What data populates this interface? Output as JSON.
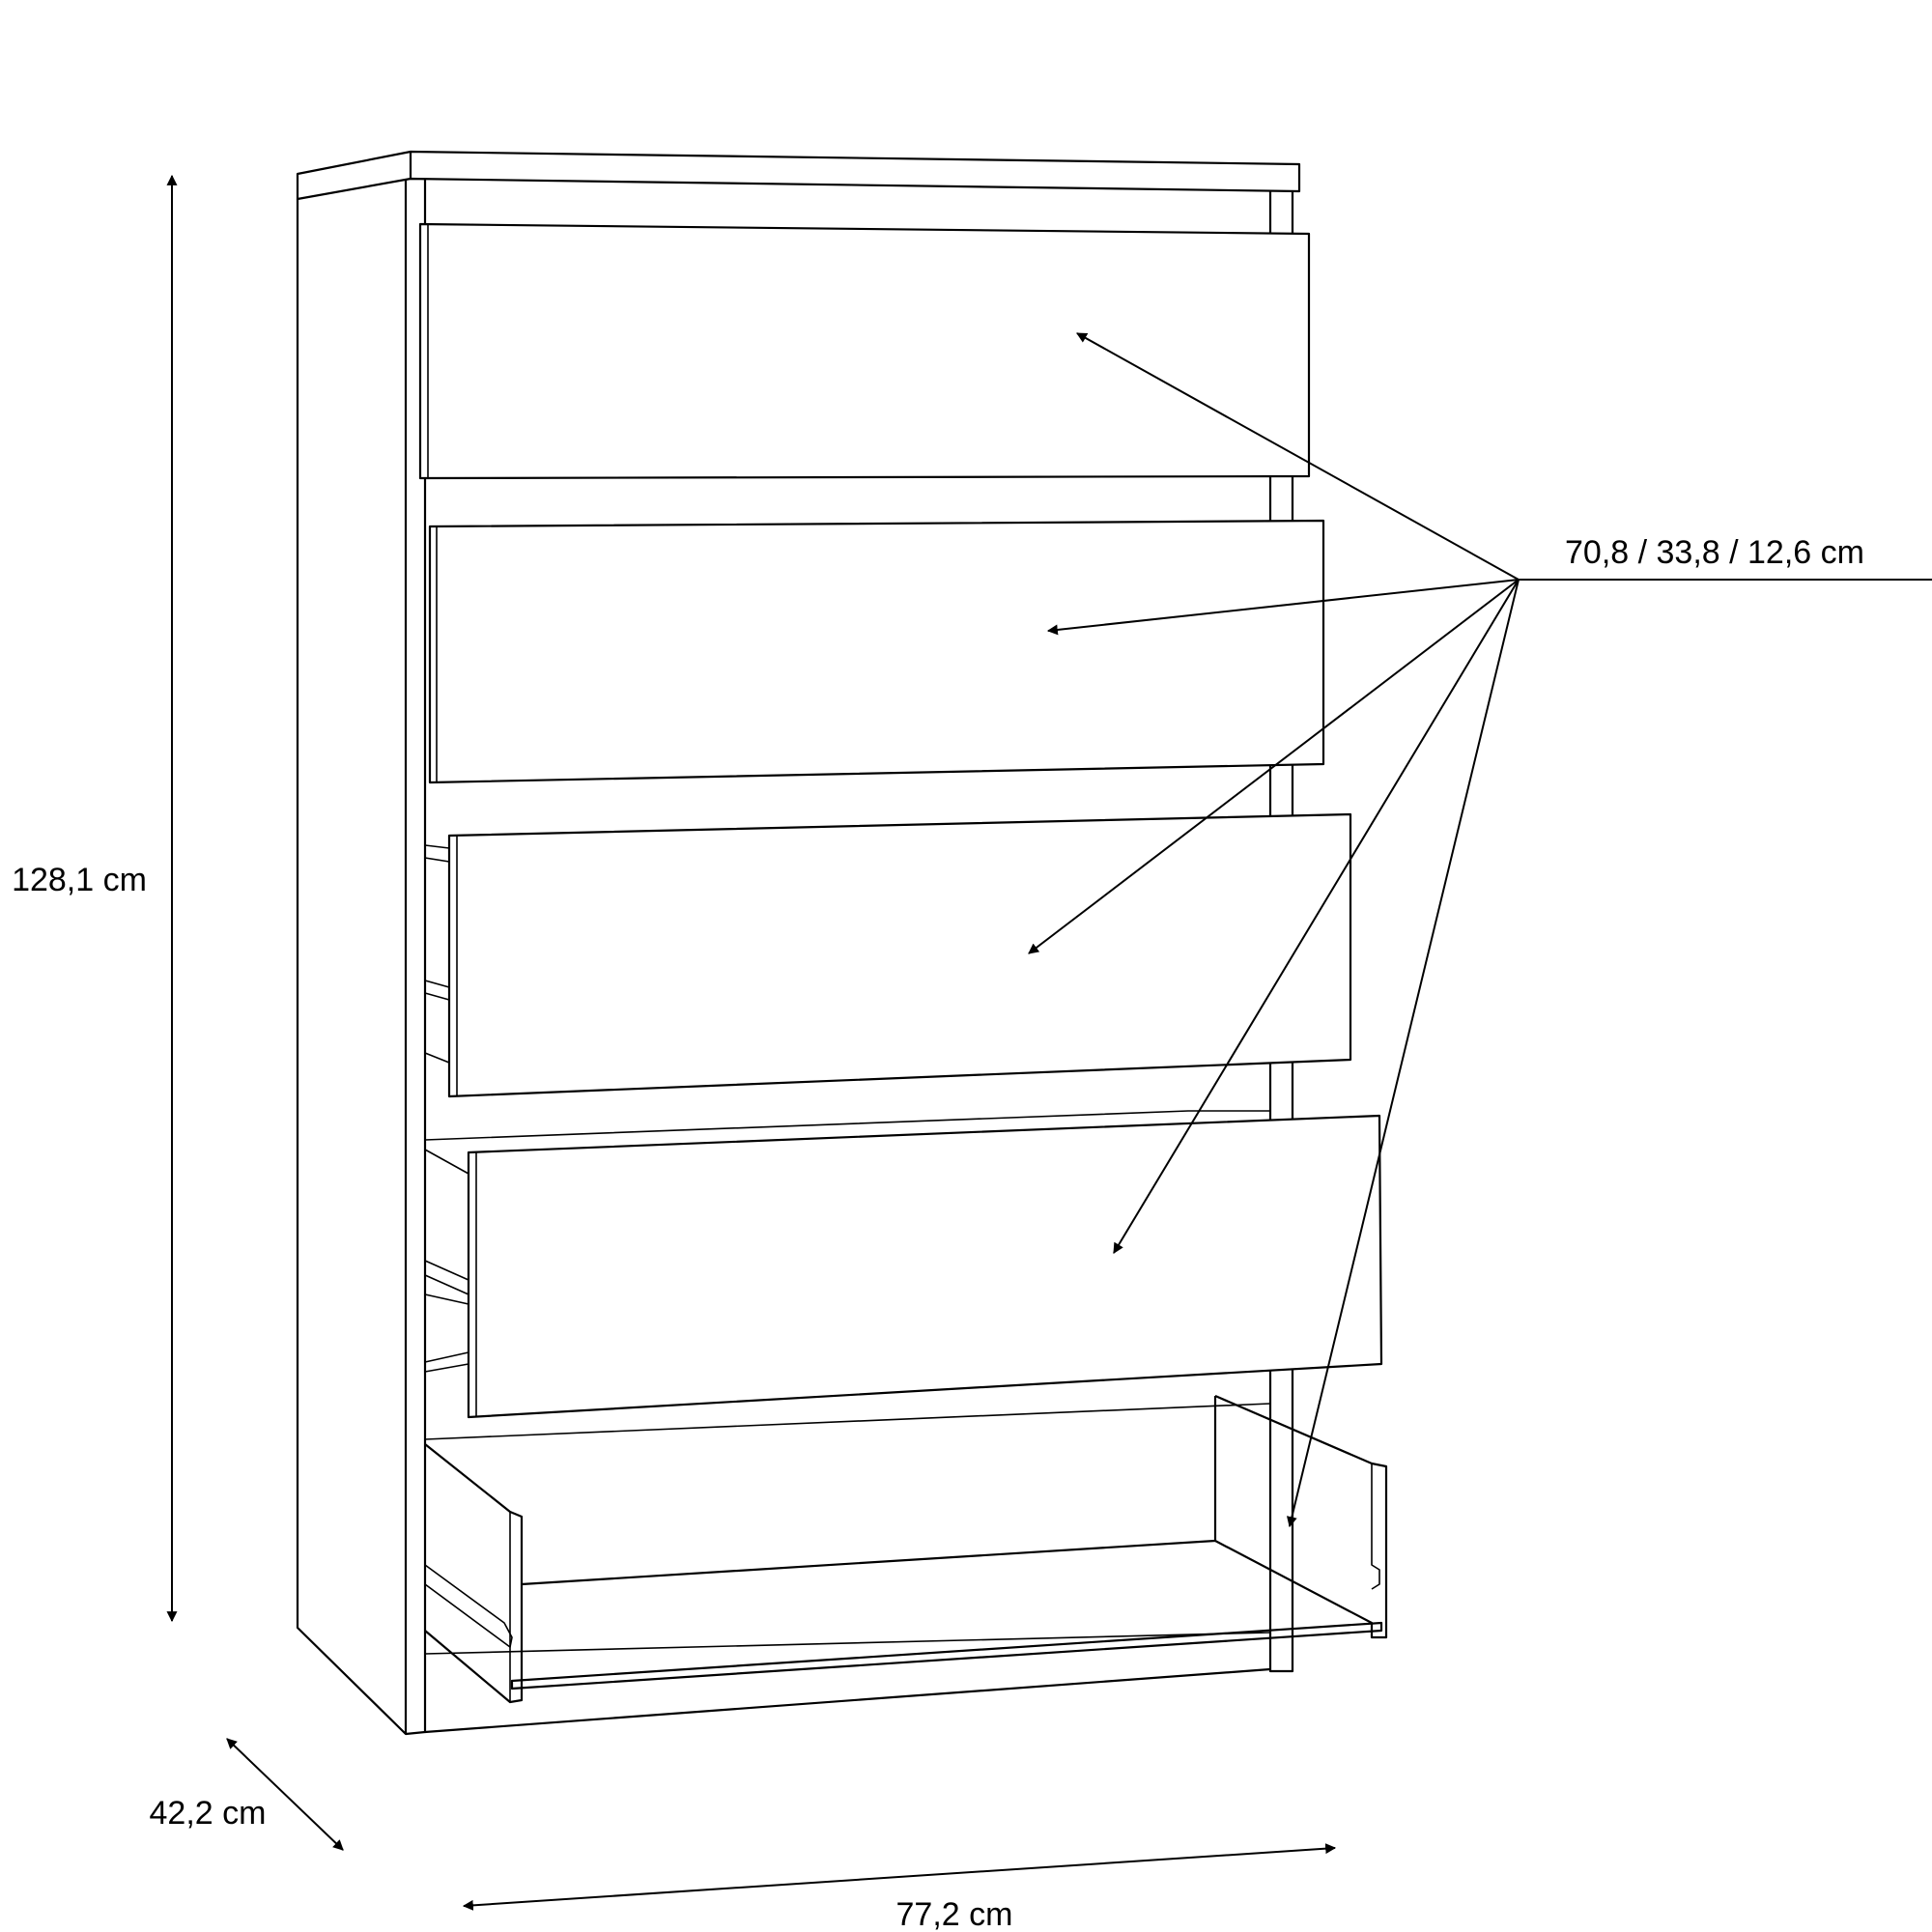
{
  "dimensions": {
    "height": "128,1 cm",
    "depth": "42,2 cm",
    "width": "77,2 cm",
    "drawer": "70,8 / 33,8 / 12,6 cm"
  },
  "drawer_count": 5
}
